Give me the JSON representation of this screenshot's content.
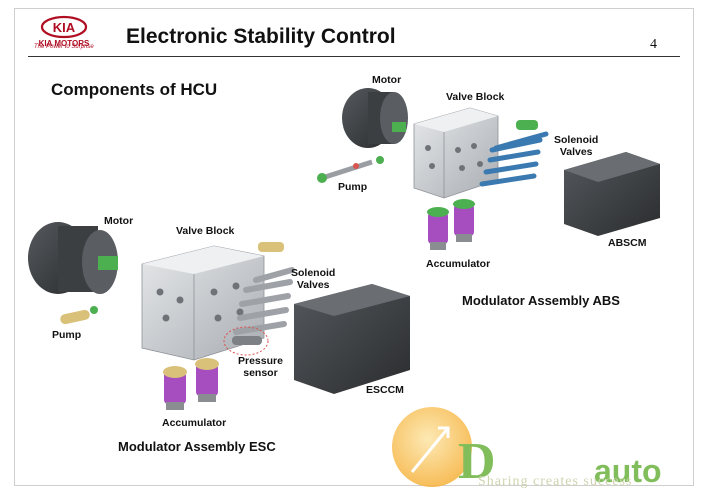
{
  "header": {
    "brand": "KIA MOTORS",
    "logo_text": "KIA",
    "tagline": "The Power to Surprise",
    "title": "Electronic Stability Control",
    "page_number": "4"
  },
  "main": {
    "heading": "Components of HCU",
    "abs": {
      "motor": "Motor",
      "valve_block": "Valve Block",
      "solenoid_line1": "Solenoid",
      "solenoid_line2": "Valves",
      "pump": "Pump",
      "accumulator": "Accumulator",
      "ecm": "ABSCM",
      "caption": "Modulator Assembly ABS"
    },
    "esc": {
      "motor": "Motor",
      "valve_block": "Valve Block",
      "solenoid_line1": "Solenoid",
      "solenoid_line2": "Valves",
      "pump": "Pump",
      "pressure_line1": "Pressure",
      "pressure_line2": "sensor",
      "accumulator": "Accumulator",
      "ecm": "ESCCM",
      "caption": "Modulator Assembly ESC"
    }
  },
  "watermark": {
    "brand_prefix": "D",
    "brand_suffix": "auto",
    "slogan": "Sharing creates success"
  },
  "colors": {
    "kia_red": "#b00d23",
    "valve_silver": "#c9ccd0",
    "ecm_dark": "#3a3d40",
    "green_part": "#4caf50",
    "accumulator_purple": "#a64ec0",
    "watermark_orange": "#f6b23c",
    "watermark_green": "#6cb33f"
  }
}
